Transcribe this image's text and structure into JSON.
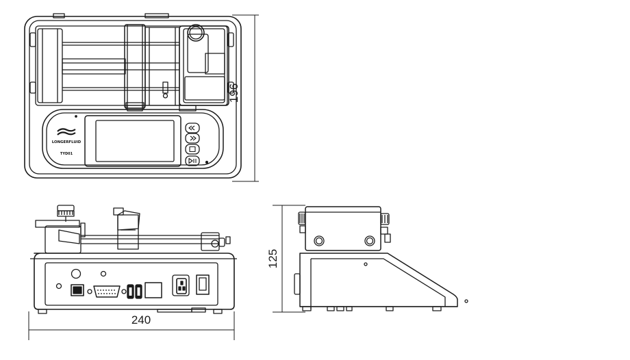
{
  "dimensions": {
    "depth": "196",
    "width": "240",
    "height": "125"
  },
  "brand": {
    "logo_text": "LONGERFLUID",
    "model_text": "TYD01"
  },
  "buttons": {
    "rewind_icon": "double-chevron-left",
    "fast_forward_icon": "double-chevron-right",
    "stop_icon": "square",
    "play_pause_icon": "play-pause"
  }
}
